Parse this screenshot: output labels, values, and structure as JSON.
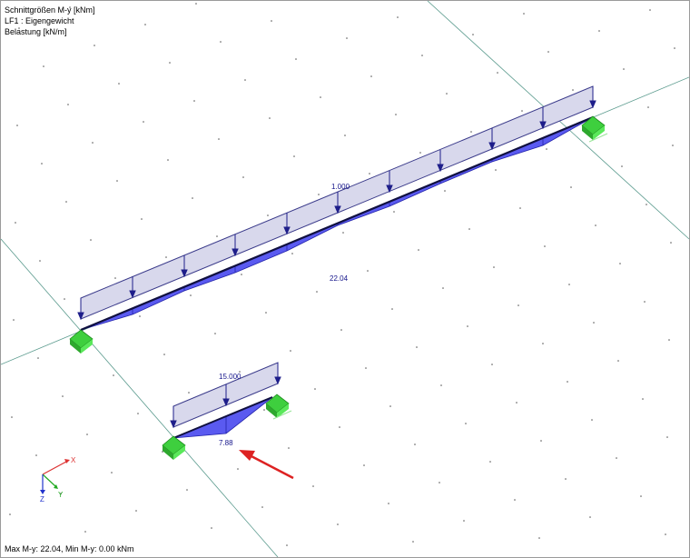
{
  "header": {
    "line1": "Schnittgrößen M-y [kNm]",
    "line2": "LF1 : Eigengewicht",
    "line3": "Belastung [kN/m]"
  },
  "beam1": {
    "load_label": "1.000",
    "moment_label": "22.04"
  },
  "beam2": {
    "load_label": "15.000",
    "moment_label": "7.88"
  },
  "axes": {
    "x": "X",
    "y": "Y",
    "z": "Z"
  },
  "status_text": "Max M-y: 22.04, Min M-y: 0.00 kNm",
  "colors": {
    "load": "#d8d8ec",
    "moment": "#5a5af0",
    "support": "#44dd44",
    "arrow": "#dd2222",
    "axis_line": "#5b9b8e"
  }
}
